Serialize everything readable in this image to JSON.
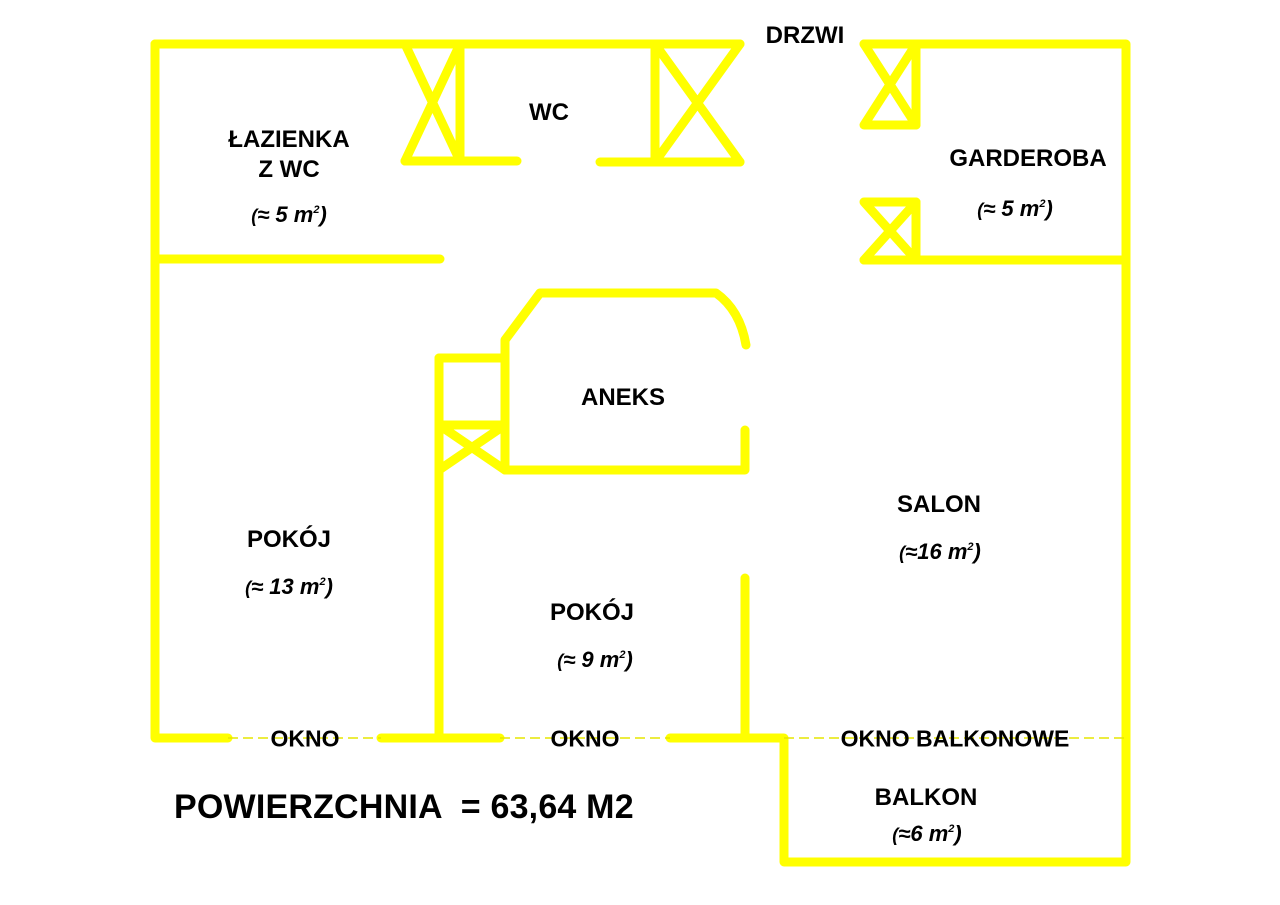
{
  "plan": {
    "wall_color": "#ffff00",
    "text_color": "#000000",
    "door_label": "DRZWI",
    "total_area_label": "POWIERZCHNIA  = 63,64 M2",
    "rooms": [
      {
        "id": "lazienka",
        "name_line1": "ŁAZIENKA",
        "name_line2": "Z WC",
        "area_prefix": "≈ 5 m",
        "area_sup": "2"
      },
      {
        "id": "wc",
        "name_line1": "WC"
      },
      {
        "id": "garderoba",
        "name_line1": "GARDEROBA",
        "area_prefix": "≈ 5 m",
        "area_sup": "2"
      },
      {
        "id": "aneks",
        "name_line1": "ANEKS"
      },
      {
        "id": "salon",
        "name_line1": "SALON",
        "area_prefix": "≈16 m",
        "area_sup": "2"
      },
      {
        "id": "pokoj-large",
        "name_line1": "POKÓJ",
        "area_prefix": "≈ 13 m",
        "area_sup": "2"
      },
      {
        "id": "pokoj-small",
        "name_line1": "POKÓJ",
        "area_prefix": "≈ 9 m",
        "area_sup": "2"
      },
      {
        "id": "balkon",
        "name_line1": "BALKON",
        "area_prefix": "≈6 m",
        "area_sup": "2"
      }
    ],
    "windows": [
      "OKNO",
      "OKNO",
      "OKNO BALKONOWE"
    ],
    "paren_open": "(",
    "paren_close": ")"
  }
}
